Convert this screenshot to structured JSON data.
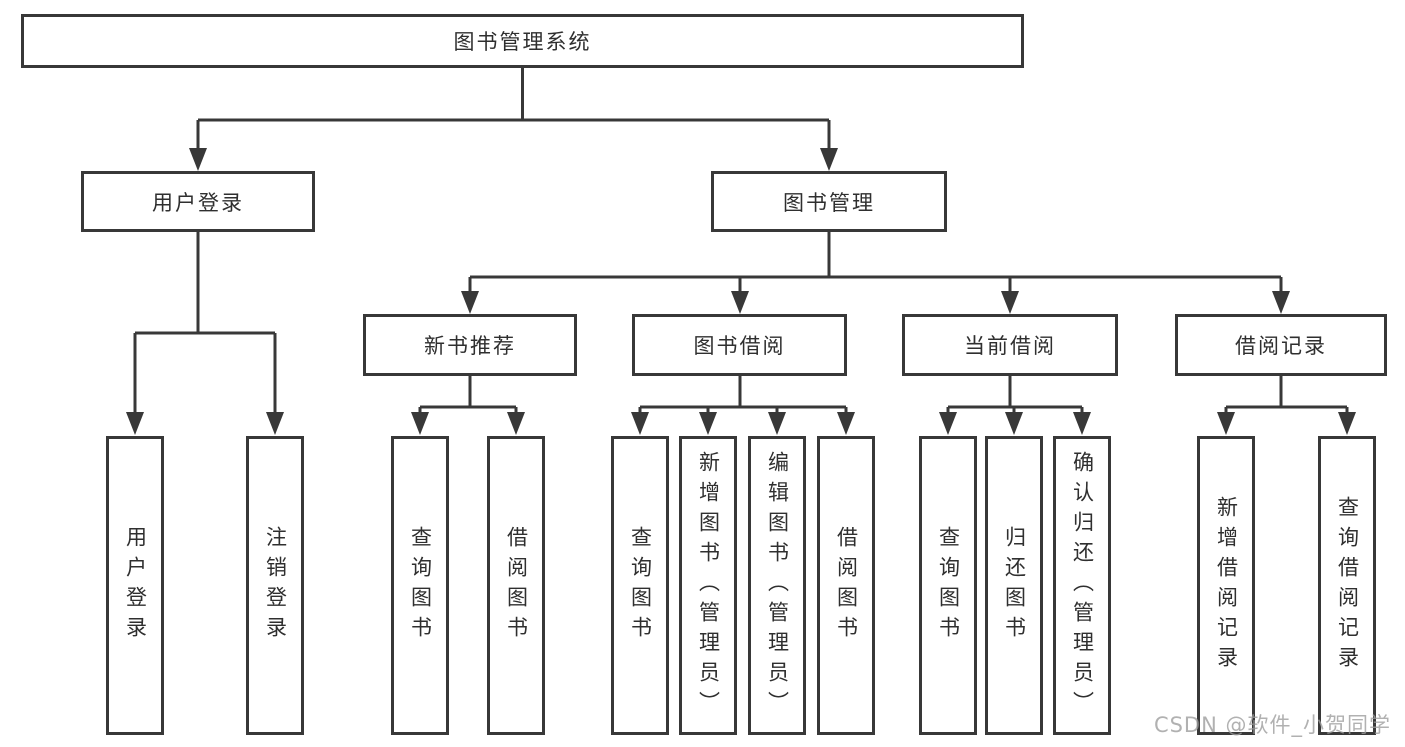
{
  "diagram": {
    "root": {
      "label": "图书管理系统"
    },
    "branches": [
      {
        "label": "用户登录",
        "children": [
          {
            "label": "用户登录"
          },
          {
            "label": "注销登录"
          }
        ]
      },
      {
        "label": "图书管理",
        "children": [
          {
            "label": "新书推荐",
            "children": [
              {
                "label": "查询图书"
              },
              {
                "label": "借阅图书"
              }
            ]
          },
          {
            "label": "图书借阅",
            "children": [
              {
                "label": "查询图书"
              },
              {
                "label": "新增图书（管理员）"
              },
              {
                "label": "编辑图书（管理员）"
              },
              {
                "label": "借阅图书"
              }
            ]
          },
          {
            "label": "当前借阅",
            "children": [
              {
                "label": "查询图书"
              },
              {
                "label": "归还图书"
              },
              {
                "label": "确认归还（管理员）"
              }
            ]
          },
          {
            "label": "借阅记录",
            "children": [
              {
                "label": "新增借阅记录"
              },
              {
                "label": "查询借阅记录"
              }
            ]
          }
        ]
      }
    ],
    "watermark": "CSDN @软件_小贺同学",
    "colors": {
      "line": "#383838",
      "text": "#2f2f2f",
      "background": "#ffffff",
      "watermark": "#9e9e9e"
    }
  }
}
